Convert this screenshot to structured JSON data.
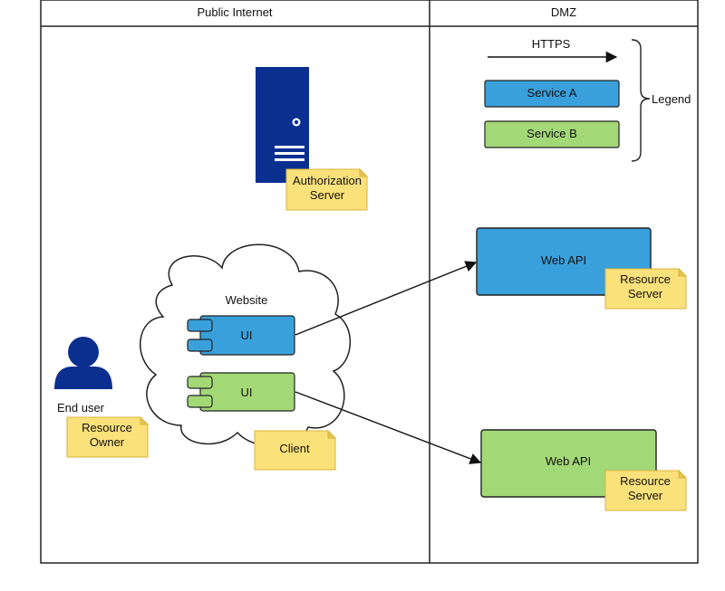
{
  "lanes": {
    "left_title": "Public Internet",
    "right_title": "DMZ"
  },
  "legend": {
    "label": "Legend",
    "https_label": "HTTPS",
    "service_a": "Service A",
    "service_b": "Service B"
  },
  "nodes": {
    "auth_note": [
      "Authorization",
      "Server"
    ],
    "website_label": "Website",
    "ui_a": "UI",
    "ui_b": "UI",
    "client_note": "Client",
    "end_user_label": "End user",
    "resource_owner_note": [
      "Resource",
      "Owner"
    ],
    "web_api_a": "Web API",
    "resource_server_a": [
      "Resource",
      "Server"
    ],
    "web_api_b": "Web API",
    "resource_server_b": [
      "Resource",
      "Server"
    ]
  },
  "colors": {
    "service_a": "#3aa0dc",
    "service_b": "#a3d877",
    "server_blue": "#0a2f8f",
    "note_yellow": "#fbe17a",
    "border": "#222222"
  },
  "icons": {
    "server": "server-tower-icon",
    "user": "user-icon",
    "cloud": "cloud-shape",
    "component": "component-icon"
  }
}
